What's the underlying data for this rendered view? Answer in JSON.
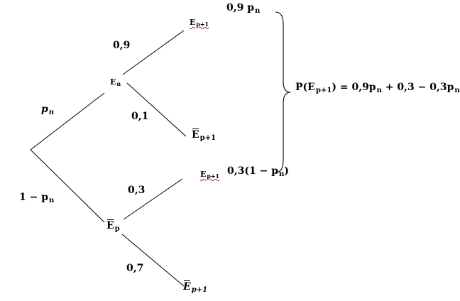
{
  "nodes": {
    "n1": {
      "letter": "E",
      "sub": "n"
    },
    "n2": {
      "letter": "E",
      "sub": "p"
    },
    "l1": {
      "letter": "E",
      "sub": "p+1"
    },
    "l2": {
      "letter": "E",
      "sub": "p+1"
    },
    "l3": {
      "letter": "E",
      "sub": "p+1"
    },
    "l4": {
      "letter": "E",
      "sub": "p+1"
    }
  },
  "branches": {
    "b_root_n1": {
      "var": "p",
      "sub": "n"
    },
    "b_root_n2": {
      "text": "1 − p",
      "sub": "n"
    },
    "b_n1_l1": "0,9",
    "b_n1_l2": "0,1",
    "b_n2_l3": "0,3",
    "b_n2_l4": "0,7"
  },
  "outcomes": {
    "o1": {
      "text": "0,9 p",
      "sub": "n"
    },
    "o3": {
      "pre": "0,3(1 − p",
      "sub": "n",
      "post": ")"
    }
  },
  "formula": {
    "lhs_pre": "P(E",
    "lhs_sub": "p+1",
    "lhs_post": ")",
    "eq": " = 0,9p",
    "eq_sub": "n",
    "mid": " + 0,3 − 0,3p",
    "end_sub": "n"
  },
  "colors": {
    "ink": "#000000",
    "spell_underline": "#d42020"
  }
}
